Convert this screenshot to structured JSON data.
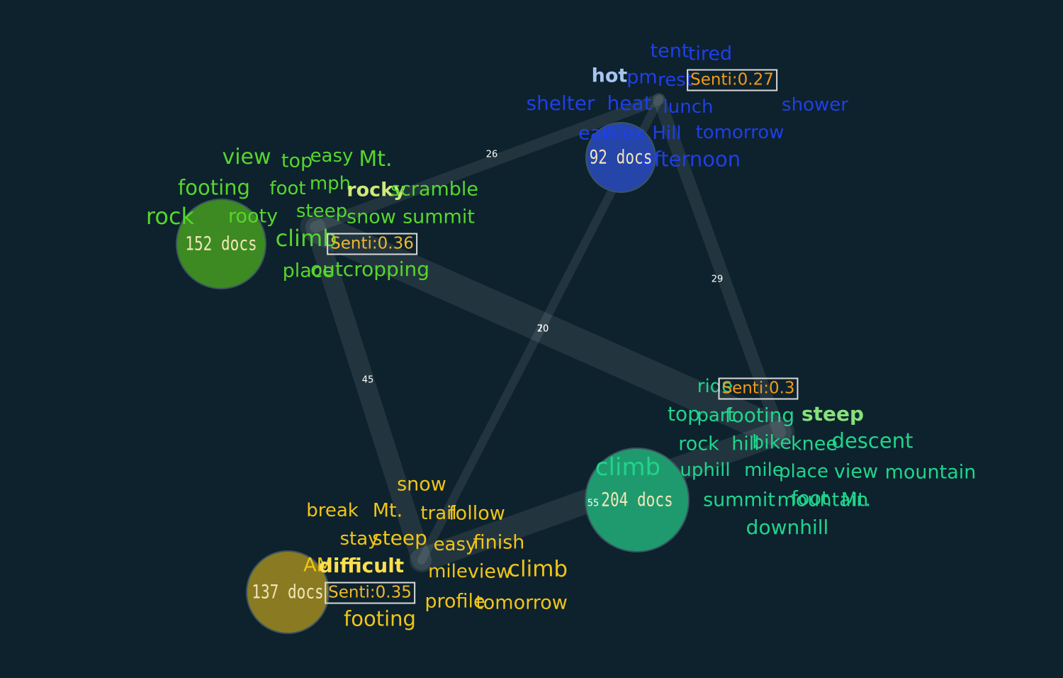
{
  "colors": {
    "background": "#0d222d",
    "edge": "#ffffff",
    "senti_border": "#d9d9d9"
  },
  "clusters": [
    {
      "id": "green",
      "doc_label": "152 docs",
      "senti_label": "Senti:0.36",
      "fill": "#3d8a22",
      "text_color": "#56d62c",
      "senti_color": "#f0b82c",
      "words": [
        "view",
        "top",
        "easy",
        "Mt.",
        "footing",
        "foot",
        "mph",
        "rocky",
        "scramble",
        "rock",
        "rooty",
        "steep",
        "snow",
        "summit",
        "climb",
        "place",
        "outcropping"
      ]
    },
    {
      "id": "blue",
      "doc_label": "92 docs",
      "senti_label": "Senti:0.27",
      "fill": "#2645a8",
      "text_color": "#1f3fe8",
      "senti_color": "#f29a1a",
      "words": [
        "tent",
        "tired",
        "hot",
        "pm",
        "rest",
        "shelter",
        "heat",
        "lunch",
        "shower",
        "eat",
        "Alex",
        "Hill",
        "tomorrow",
        "afternoon"
      ]
    },
    {
      "id": "teal",
      "doc_label": "204 docs",
      "senti_label": "Senti:0.3",
      "fill": "#1f9a6e",
      "text_color": "#20d48c",
      "senti_color": "#f29a1a",
      "words": [
        "ride",
        "top",
        "part",
        "footing",
        "steep",
        "rock",
        "hill",
        "bike",
        "knee",
        "descent",
        "climb",
        "uphill",
        "mile",
        "place",
        "view",
        "mountain",
        "summit",
        "foot",
        "Mt.",
        "mountain",
        "downhill"
      ]
    },
    {
      "id": "yellow",
      "doc_label": "137 docs",
      "senti_label": "Senti:0.35",
      "fill": "#8a7a22",
      "text_color": "#f0c419",
      "senti_color": "#f0b82c",
      "words": [
        "snow",
        "break",
        "Mt.",
        "trail",
        "follow",
        "stay",
        "steep",
        "easy",
        "finish",
        "AM",
        "difficult",
        "mile",
        "view",
        "climb",
        "profile",
        "tomorrow",
        "footing"
      ]
    }
  ],
  "edges": [
    {
      "from": "green",
      "to": "blue",
      "weight": 26,
      "label": "26"
    },
    {
      "from": "blue",
      "to": "teal",
      "weight": 29,
      "label": "29"
    },
    {
      "from": "green",
      "to": "teal",
      "weight": 70,
      "label": "70"
    },
    {
      "from": "blue",
      "to": "yellow",
      "weight": 20,
      "label": "20"
    },
    {
      "from": "green",
      "to": "yellow",
      "weight": 45,
      "label": "45"
    },
    {
      "from": "yellow",
      "to": "teal",
      "weight": 55,
      "label": "55"
    }
  ]
}
